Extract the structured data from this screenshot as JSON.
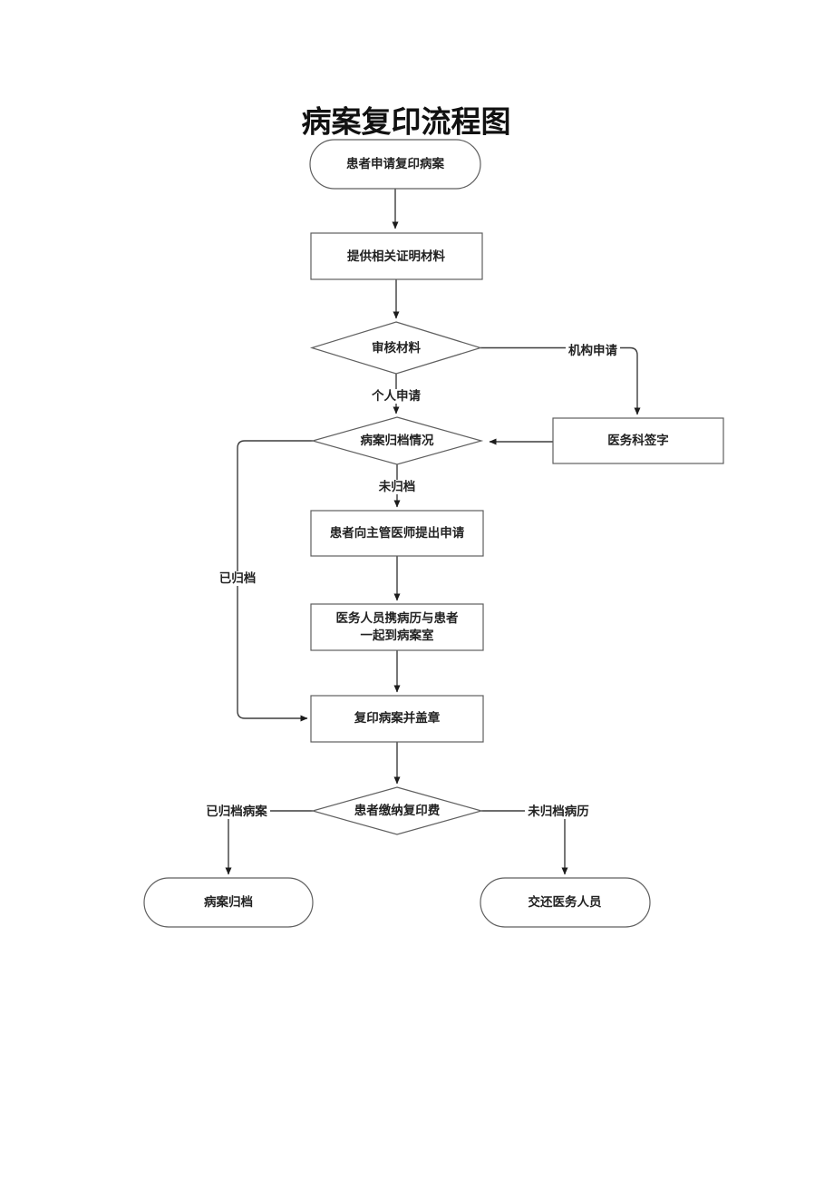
{
  "title": "病案复印流程图",
  "colors": {
    "background": "#ffffff",
    "shape_border": "#5f5f5f",
    "connector": "#3d3d3d",
    "text": "#222222"
  },
  "nodes": {
    "start": {
      "shape": "terminator",
      "label": "患者申请复印病案"
    },
    "provide_materials": {
      "shape": "process",
      "label": "提供相关证明材料"
    },
    "review_materials": {
      "shape": "decision",
      "label": "审核材料"
    },
    "medical_dept_sign": {
      "shape": "process",
      "label": "医务科签字"
    },
    "archive_status": {
      "shape": "decision",
      "label": "病案归档情况"
    },
    "request_doctor": {
      "shape": "process",
      "label": "患者向主管医师提出申请"
    },
    "escort_to_room": {
      "shape": "process",
      "line1": "医务人员携病历与患者",
      "line2": "一起到病案室"
    },
    "copy_and_stamp": {
      "shape": "process",
      "label": "复印病案并盖章"
    },
    "pay_fee": {
      "shape": "decision",
      "label": "患者缴纳复印费"
    },
    "archive_record": {
      "shape": "terminator",
      "label": "病案归档"
    },
    "return_to_staff": {
      "shape": "terminator",
      "label": "交还医务人员"
    }
  },
  "edge_labels": {
    "institution_apply": "机构申请",
    "personal_apply": "个人申请",
    "not_archived": "未归档",
    "archived": "已归档",
    "archived_record": "已归档病案",
    "not_archived_record": "未归档病历"
  }
}
